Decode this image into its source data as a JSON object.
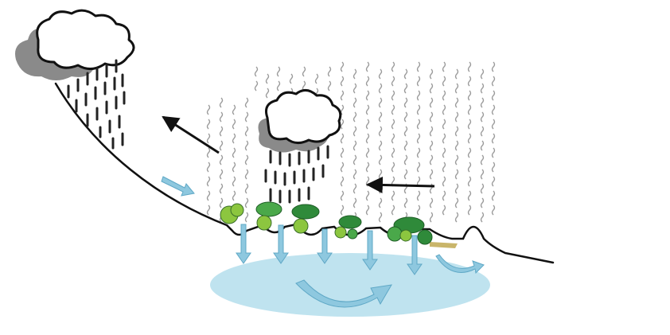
{
  "diagram": {
    "colors": {
      "background": "#ffffff",
      "ink": "#111111",
      "cloud_fill": "#ffffff",
      "cloud_shadow": "#8a8a8a",
      "rain": "#222222",
      "vapor": "#9a9a9a",
      "groundwater": "#bfe3ef",
      "water_arrow": "#8ec8df",
      "water_arrow_edge": "#5fa8c6",
      "vegetation_dark": "#2f8a3a",
      "vegetation_mid": "#4aa84a",
      "vegetation_light": "#8cc63f",
      "soil_strip": "#c9b56a"
    },
    "elements": [
      "rain-cloud-left",
      "rain-cloud-center",
      "hillslope",
      "vapor-field",
      "arrow-to-hill",
      "arrow-from-right",
      "runoff-arrow",
      "vegetation-patches",
      "infiltration-arrows",
      "groundwater-pool",
      "groundwater-flow-arrow",
      "outflow-arrow"
    ]
  }
}
